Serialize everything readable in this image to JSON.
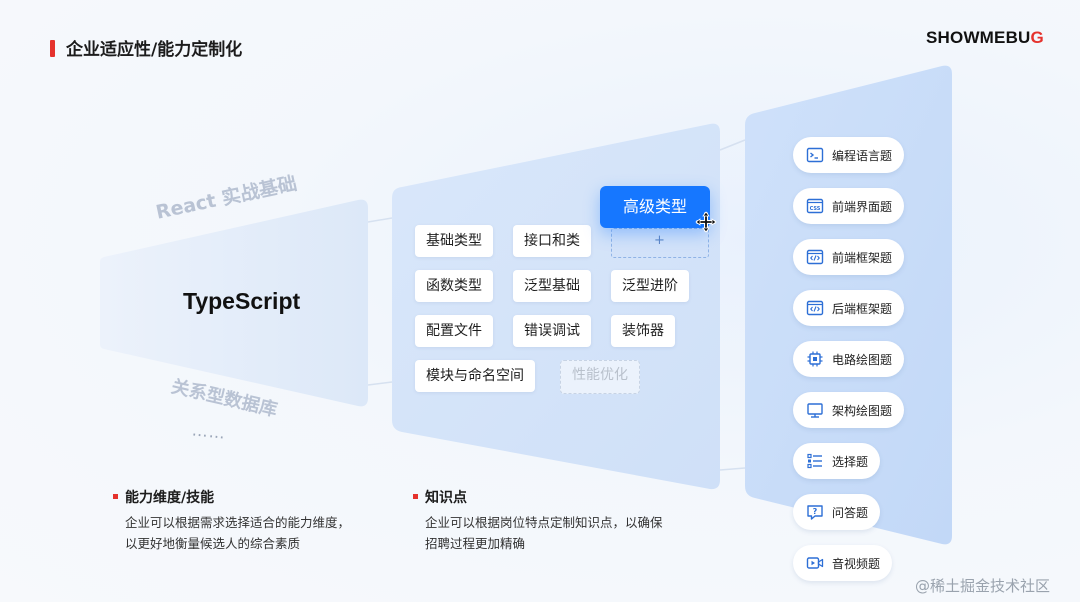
{
  "header": {
    "title": "企业适应性/能力定制化",
    "logo_main": "SHOWMEBU",
    "logo_accent": "G"
  },
  "left_funnel": {
    "ghost_top": "React 实战基础",
    "main": "TypeScript",
    "ghost_bottom": "关系型数据库",
    "ghost_more": "……"
  },
  "middle_panel": {
    "chips": [
      "基础类型",
      "接口和类",
      "函数类型",
      "泛型基础",
      "泛型进阶",
      "配置文件",
      "错误调试",
      "装饰器",
      "模块与命名空间"
    ],
    "dashed_chip": "性能优化",
    "drop_plus": "+",
    "dragging_chip": "高级类型"
  },
  "question_types": [
    {
      "label": "编程语言题",
      "icon": "terminal-icon"
    },
    {
      "label": "前端界面题",
      "icon": "css-icon"
    },
    {
      "label": "前端框架题",
      "icon": "code-window-icon"
    },
    {
      "label": "后端框架题",
      "icon": "code-window-icon"
    },
    {
      "label": "电路绘图题",
      "icon": "circuit-icon"
    },
    {
      "label": "架构绘图题",
      "icon": "architecture-icon"
    },
    {
      "label": "选择题",
      "icon": "checklist-icon"
    },
    {
      "label": "问答题",
      "icon": "question-icon"
    },
    {
      "label": "音视频题",
      "icon": "video-icon"
    }
  ],
  "sections": {
    "ability": {
      "title": "能力维度/技能",
      "line1": "企业可以根据需求选择适合的能力维度，",
      "line2": "以更好地衡量候选人的综合素质"
    },
    "knowledge": {
      "title": "知识点",
      "line1": "企业可以根据岗位特点定制知识点，以确保",
      "line2": "招聘过程更加精确"
    }
  },
  "watermark": "@稀土掘金技术社区",
  "colors": {
    "accent": "#1677ff",
    "brand_red": "#e5322d"
  }
}
